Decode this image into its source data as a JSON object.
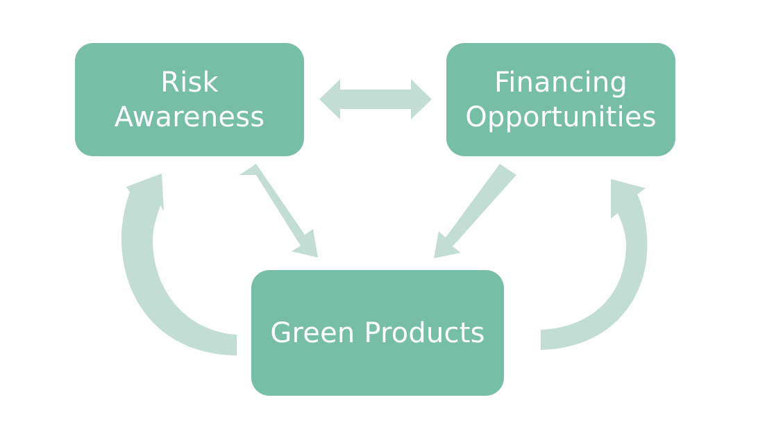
{
  "colors": {
    "node_fill": "#77bea7",
    "arrow_fill": "#c2ded4",
    "label_text": "#ffffff"
  },
  "nodes": {
    "risk": {
      "line1": "Risk",
      "line2": "Awareness"
    },
    "financing": {
      "line1": "Financing",
      "line2": "Opportunities"
    },
    "green": {
      "label": "Green Products"
    }
  },
  "connections": [
    {
      "from": "Risk Awareness",
      "to": "Financing Opportunities",
      "direction": "bidirectional"
    },
    {
      "from": "Risk Awareness",
      "to": "Green Products",
      "direction": "forward"
    },
    {
      "from": "Financing Opportunities",
      "to": "Green Products",
      "direction": "forward"
    },
    {
      "from": "Green Products",
      "to": "Risk Awareness",
      "direction": "curved-forward"
    },
    {
      "from": "Green Products",
      "to": "Financing Opportunities",
      "direction": "curved-forward"
    }
  ]
}
